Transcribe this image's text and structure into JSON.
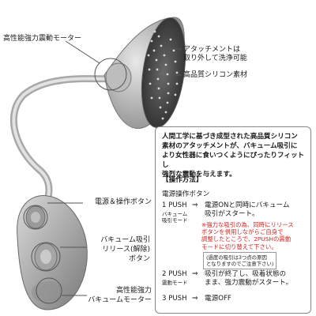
{
  "labels": {
    "motor_top": "高性能強力震動モーター",
    "attachment": "アタッチメントは\n取り外して洗浄可能",
    "silicone": "高品質シリコン素材",
    "power_button": "電源＆操作ボタン",
    "release_button": "バキューム吸引\nリリース(解除)\nボタン",
    "vacuum_motor": "高性能強力\nバキュームモーター"
  },
  "info": {
    "intro": "人間工学に基づき成型された高品質シリコン\n素材のアタッチメントが、バキューム吸引に\nより女性器に食いつくようにぴったりフィットし\n強烈な震動を与えます。",
    "section_title": "【操作方法】",
    "sub_title": "電源操作ボタン",
    "steps": [
      {
        "push": "1 PUSH",
        "mode": "バキューム\n吸引モード",
        "arrow": "⇒",
        "desc": "電源ONと同時にバキューム\n吸引がスタート。",
        "note": "※強力な吸引の為、同時にリリース\nボタンを併用しながらご自身で\n調整したところで、2PUSHの震動\nモードに切り替えて下さい。",
        "note2": "(過度の吸引は3つ点の原因\nとなりますのでご注意下さい)"
      },
      {
        "push": "2 PUSH",
        "mode": "震動モード",
        "arrow": "⇒",
        "desc": "吸引が終了し、吸着状態の\nまま、強力震動がスタート。"
      },
      {
        "push": "3 PUSH",
        "arrow": "⇒",
        "desc": "電源OFF"
      }
    ]
  }
}
